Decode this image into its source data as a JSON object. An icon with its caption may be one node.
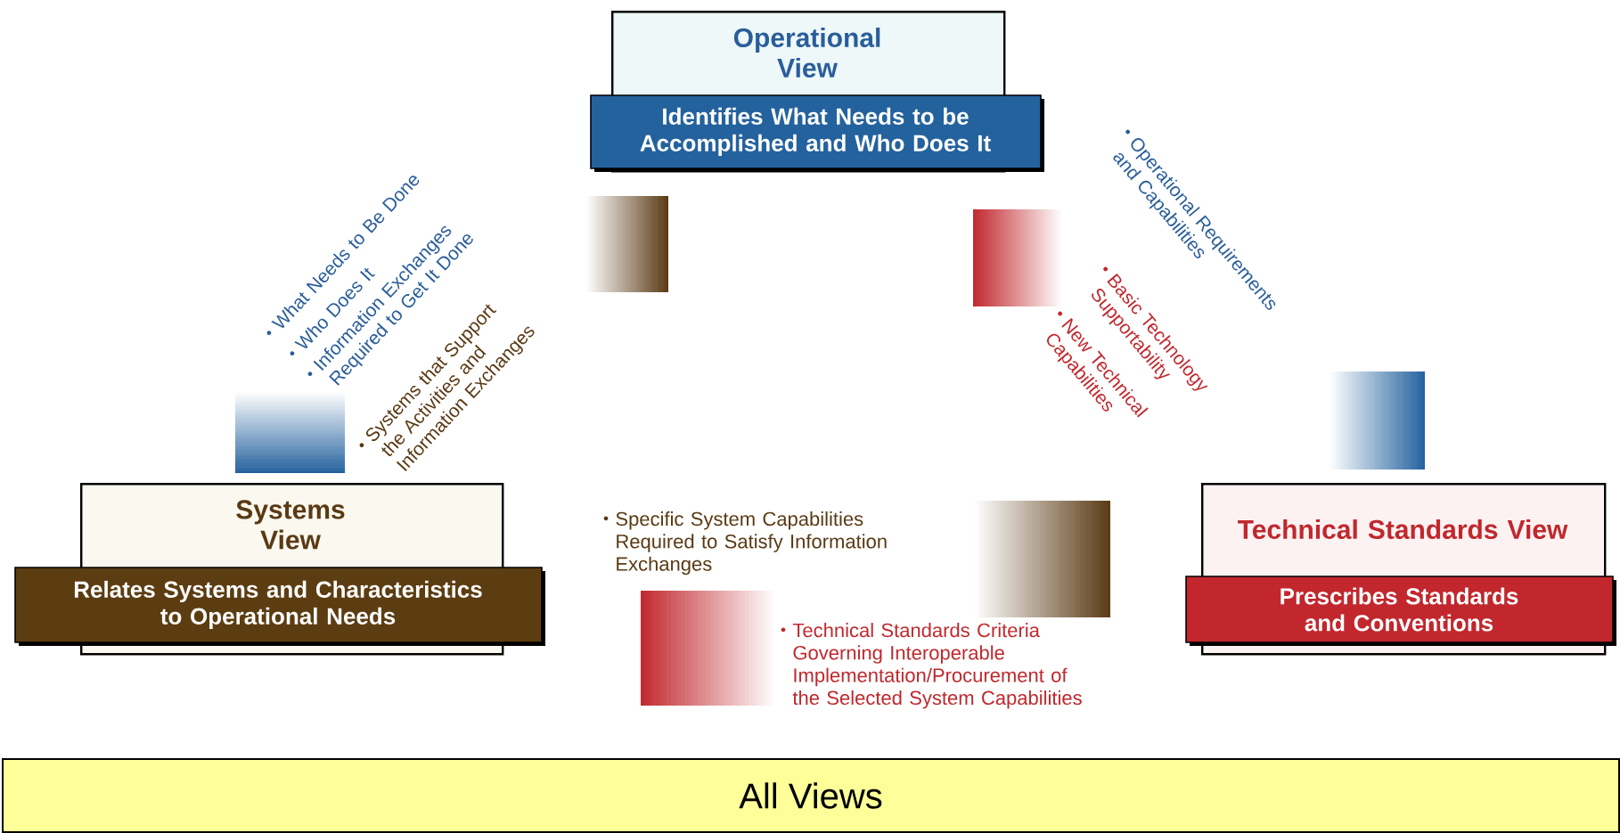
{
  "diagram": {
    "nodes": [
      {
        "text": [
          "Operational View",
          "Identifies What Needs to be Accomplished and Who Does It"
        ]
      },
      {
        "text": [
          "Systems View",
          "Relates Systems and Characteristics to Operational Needs"
        ]
      },
      {
        "text": [
          "Technical Standards View",
          "Prescribes Standards and Conventions"
        ]
      },
      {
        "text": [
          "All Views"
        ]
      }
    ],
    "labels": [
      "What Needs to Be Done",
      "Who Does It",
      "Information Exchanges Required to Get It Done",
      "Systems that Support the Activities and Information Exchanges",
      "Operational Requirements and Capabilities",
      "Basic Technology Supportability",
      "New Technical Capabilities",
      "Specific System Capabilities Required to Satisfy Information Exchanges",
      "Technical Standards Criteria Governing Interoperable Implementation/Procurement of the Selected System Capabilities"
    ]
  }
}
